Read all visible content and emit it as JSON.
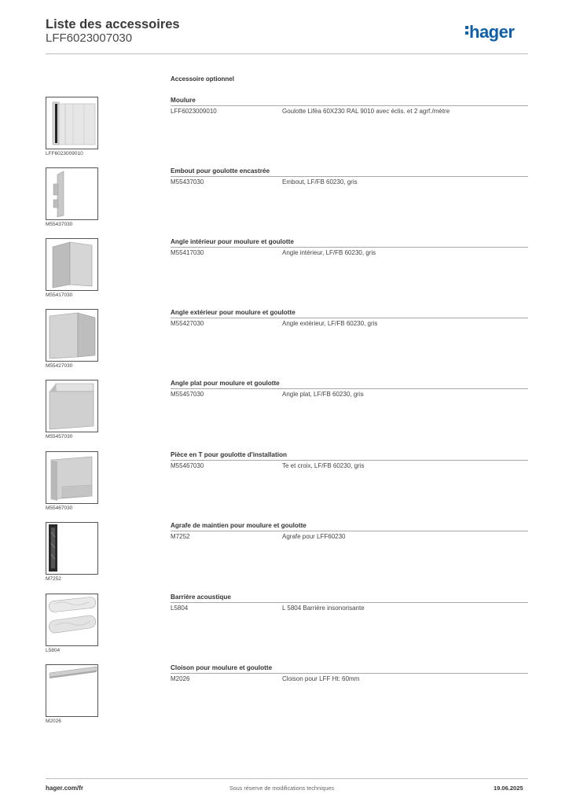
{
  "header": {
    "title": "Liste des accessoires",
    "reference": "LFF6023007030",
    "logo_text": "hager",
    "logo_color": "#0f5fa8"
  },
  "section_title": "Accessoire optionnel",
  "items": [
    {
      "title": "Moulure",
      "reference": "LFF6023009010",
      "description": "Goulotte Lifëa 60X230 RAL 9010 avec éclis. et 2 agrf./mètre",
      "image_label": "LFF6023009010",
      "image": "moulure"
    },
    {
      "title": "Embout pour goulotte encastrée",
      "reference": "M55437030",
      "description": "Embout, LF/FB 60230, gris",
      "image_label": "M55437030",
      "image": "embout"
    },
    {
      "title": "Angle intérieur pour moulure et goulotte",
      "reference": "M55417030",
      "description": "Angle intérieur, LF/FB 60230, gris",
      "image_label": "M55417030",
      "image": "angle-interieur"
    },
    {
      "title": "Angle extérieur pour moulure et goulotte",
      "reference": "M55427030",
      "description": "Angle extérieur, LF/FB 60230, gris",
      "image_label": "M55427030",
      "image": "angle-exterieur"
    },
    {
      "title": "Angle plat pour moulure et goulotte",
      "reference": "M55457030",
      "description": "Angle plat, LF/FB 60230, gris",
      "image_label": "M55457030",
      "image": "angle-plat"
    },
    {
      "title": "Pièce en T pour  goulotte d'installation",
      "reference": "M55467030",
      "description": "Te et croix, LF/FB 60230, gris",
      "image_label": "M55467030",
      "image": "piece-t"
    },
    {
      "title": "Agrafe de maintien pour moulure et goulotte",
      "reference": "M7252",
      "description": "Agrafe pour LFF60230",
      "image_label": "M7252",
      "image": "agrafe"
    },
    {
      "title": "Barrière acoustique",
      "reference": "L5804",
      "description": "L 5804 Barrière insonorisante",
      "image_label": "L5804",
      "image": "barriere"
    },
    {
      "title": "Cloison pour moulure et goulotte",
      "reference": "M2026",
      "description": "Cloison pour LFF Ht: 60mm",
      "image_label": "M2026",
      "image": "cloison"
    }
  ],
  "footer": {
    "website": "hager.com/fr",
    "notice": "Sous réserve de modifications techniques",
    "date": "19.06.2025"
  }
}
